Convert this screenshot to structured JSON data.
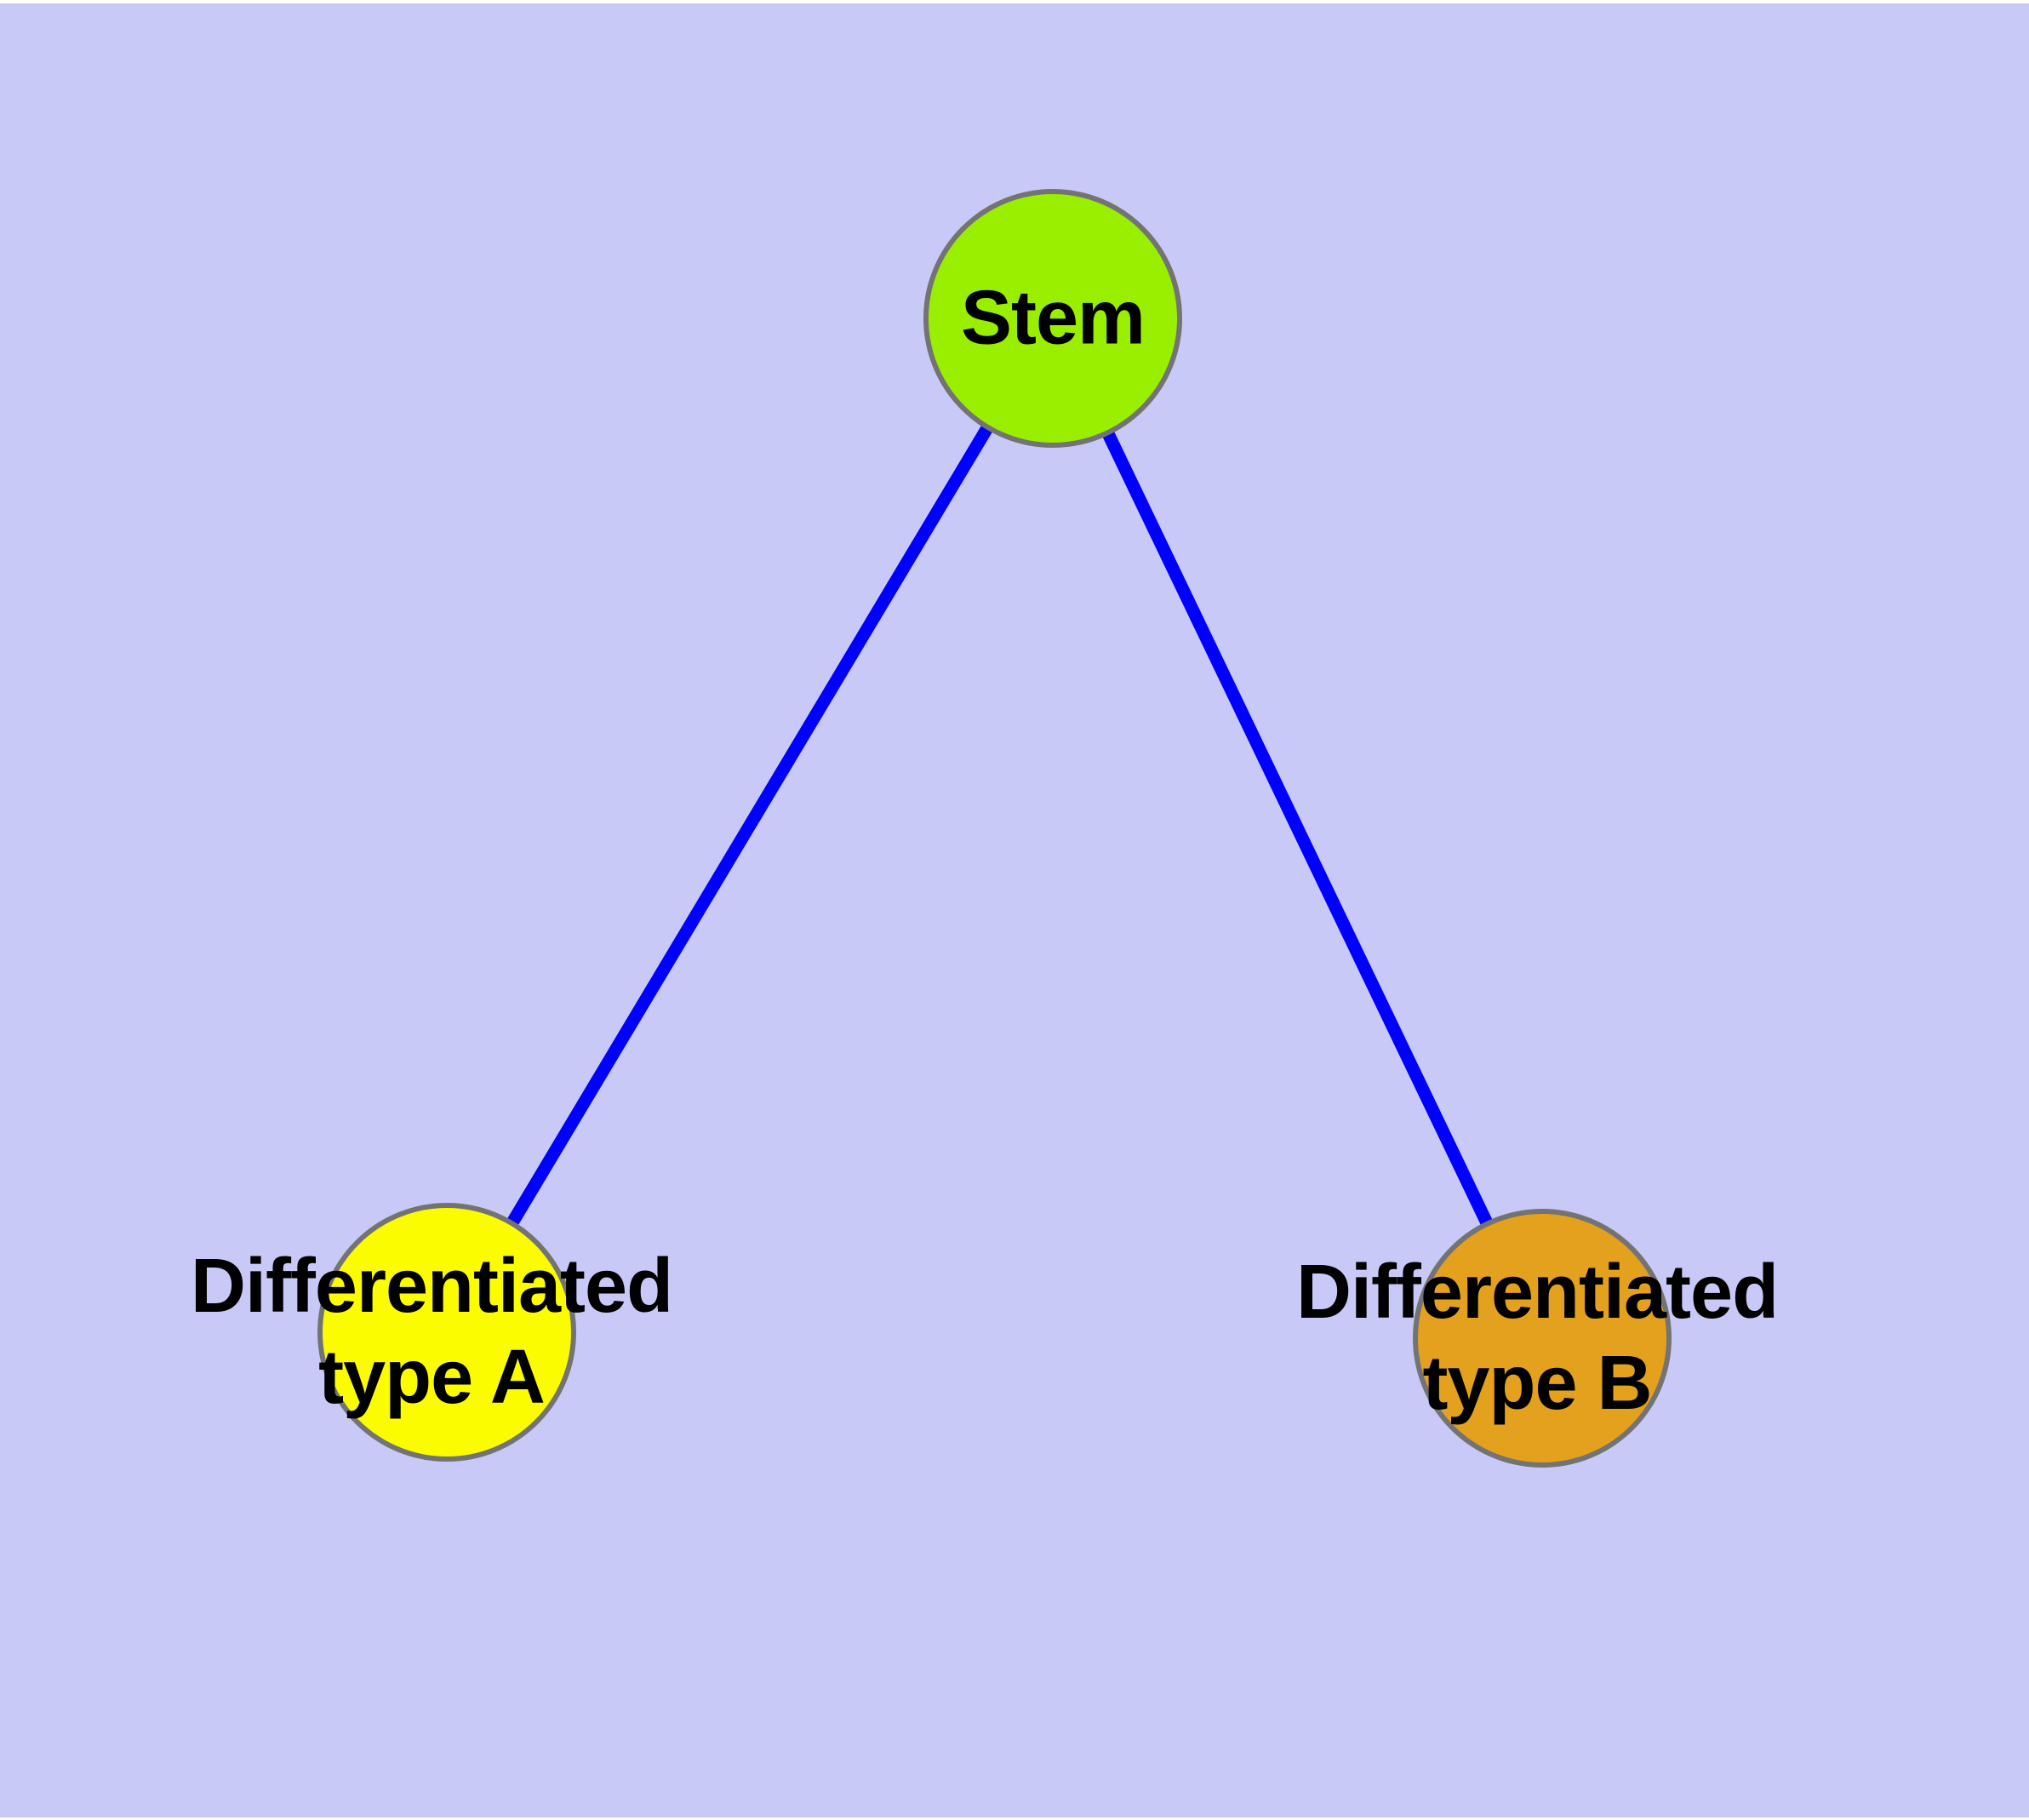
{
  "diagram": {
    "type": "graph",
    "description": "Cell differentiation diagram: a stem node connected to two differentiated type nodes",
    "colors": {
      "background": "#C9C9F8",
      "margin": "#FFFFFF",
      "edge": "#0000FF",
      "node_border": "#737373",
      "label_text": "#000000"
    },
    "nodes": [
      {
        "id": "stem",
        "label": "Stem",
        "label_lines": [
          "Stem"
        ],
        "fill": "#9AEE00"
      },
      {
        "id": "differentiated-type-a",
        "label": "Differentiated type A",
        "label_lines": [
          "Differentiated",
          "type A"
        ],
        "fill": "#FCFC00"
      },
      {
        "id": "differentiated-type-b",
        "label": "Differentiated type B",
        "label_lines": [
          "Differentiated",
          "type B"
        ],
        "fill": "#E3A11E"
      }
    ],
    "edges": [
      {
        "from": "Stem",
        "to": "Differentiated type A"
      },
      {
        "from": "Stem",
        "to": "Differentiated type B"
      }
    ]
  }
}
